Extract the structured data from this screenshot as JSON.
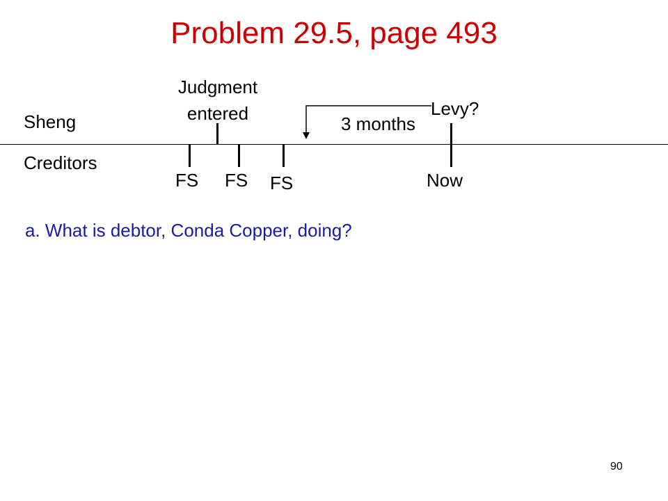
{
  "title": "Problem 29.5, page 493",
  "colors": {
    "title": "#cc0000",
    "question": "#1a1aa6",
    "line": "#000000"
  },
  "timeline": {
    "party_top": "Sheng",
    "party_bottom": "Creditors",
    "judgment_line1": "Judgment",
    "judgment_line2": "entered",
    "levy": "Levy?",
    "period": "3 months",
    "fs_labels": [
      "FS",
      "FS",
      "FS"
    ],
    "now": "Now"
  },
  "question": "a. What is debtor, Conda Copper, doing?",
  "page_number": "90"
}
